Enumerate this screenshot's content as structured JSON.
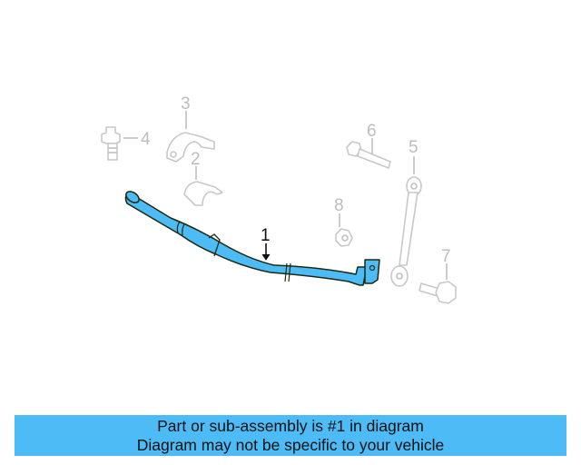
{
  "diagram": {
    "highlight_color": "#4dbbf5",
    "callouts": [
      {
        "id": "1",
        "label": "1",
        "part": "stabilizer-bar",
        "highlighted": true
      },
      {
        "id": "2",
        "label": "2",
        "part": "bushing"
      },
      {
        "id": "3",
        "label": "3",
        "part": "bracket"
      },
      {
        "id": "4",
        "label": "4",
        "part": "bolt"
      },
      {
        "id": "5",
        "label": "5",
        "part": "stabilizer-link"
      },
      {
        "id": "6",
        "label": "6",
        "part": "bolt"
      },
      {
        "id": "7",
        "label": "7",
        "part": "bolt"
      },
      {
        "id": "8",
        "label": "8",
        "part": "nut"
      }
    ]
  },
  "banner": {
    "line1": "Part or sub-assembly is #1 in diagram",
    "line2": "Diagram may not be specific to your vehicle",
    "color": "#4dbbf5"
  }
}
